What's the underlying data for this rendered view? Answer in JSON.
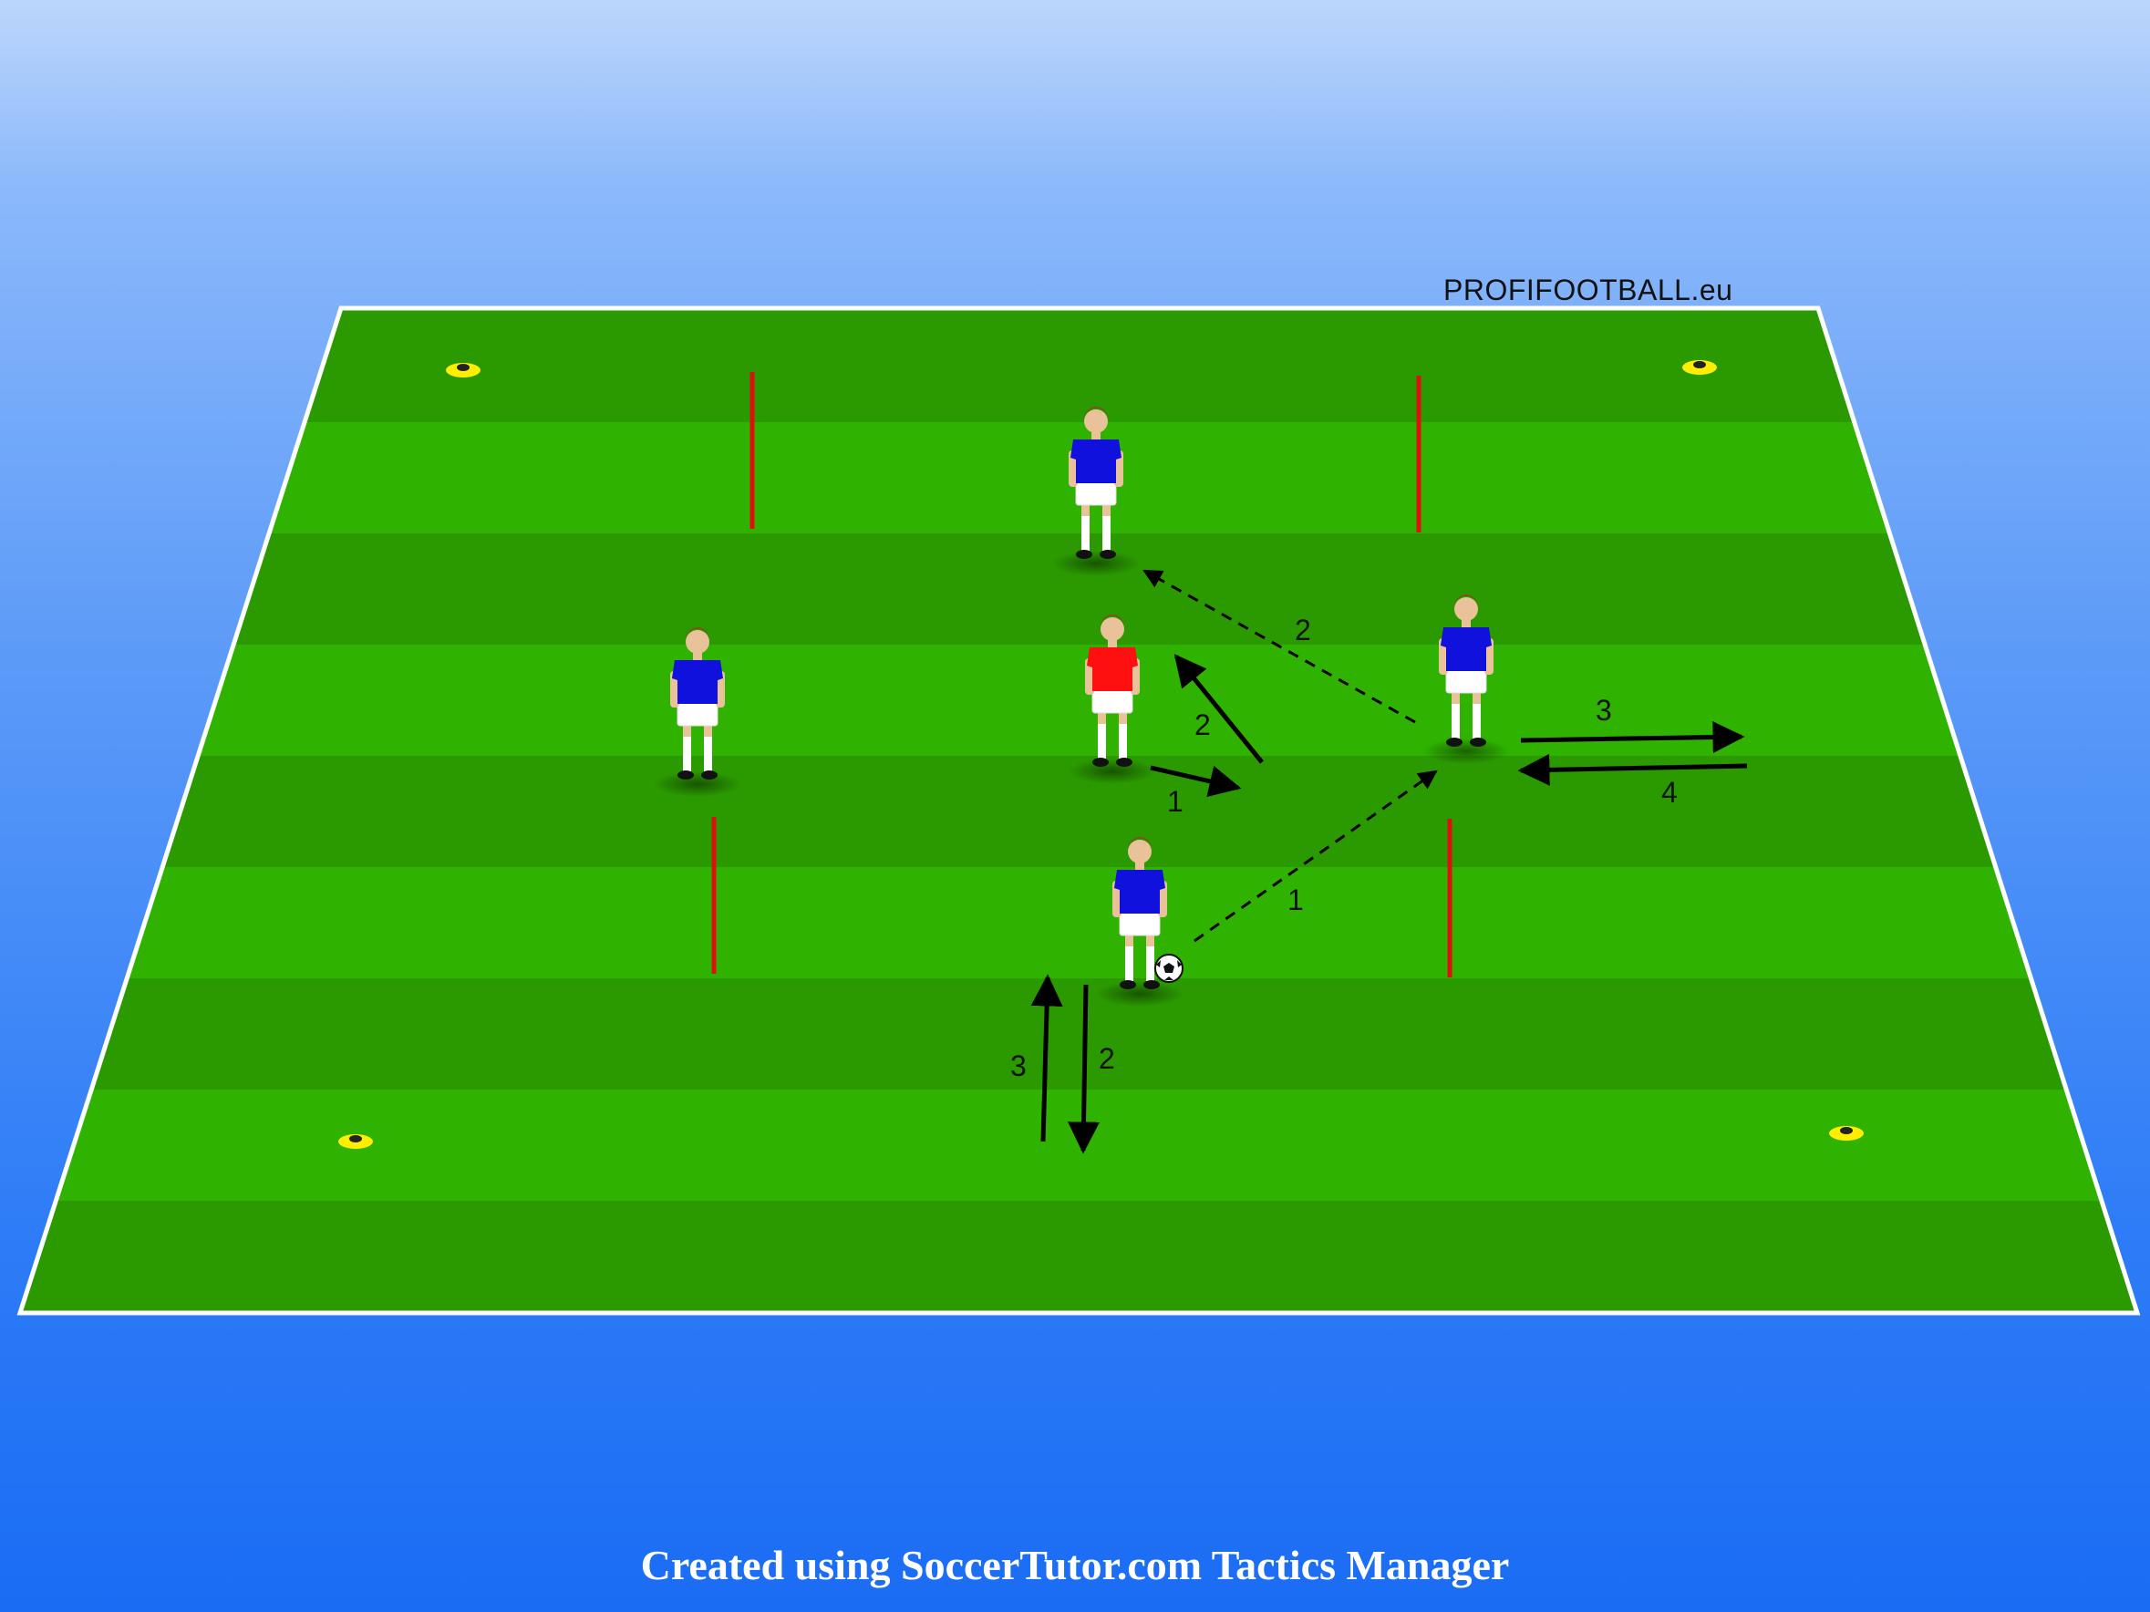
{
  "watermark": "PROFIFOOTBALL.eu",
  "footer": "Created using SoccerTutor.com Tactics Manager",
  "colors": {
    "pitch_light": "#2fb300",
    "pitch_dark": "#2a9a00",
    "team_blue": "#1111dd",
    "team_red": "#ff1010",
    "pole": "#e01010",
    "cone": "#ffee00",
    "line": "#ffffff"
  },
  "players": [
    {
      "id": "blue-top",
      "team": "blue"
    },
    {
      "id": "blue-left",
      "team": "blue"
    },
    {
      "id": "red-center",
      "team": "red"
    },
    {
      "id": "blue-right",
      "team": "blue"
    },
    {
      "id": "blue-bottom-ball",
      "team": "blue"
    }
  ],
  "labels": {
    "pass_to_top": "2",
    "pass_to_right": "1",
    "red_move_1": "1",
    "red_move_2": "2",
    "right_run_out": "3",
    "right_run_back": "4",
    "bottom_run_down": "2",
    "bottom_run_up": "3"
  }
}
